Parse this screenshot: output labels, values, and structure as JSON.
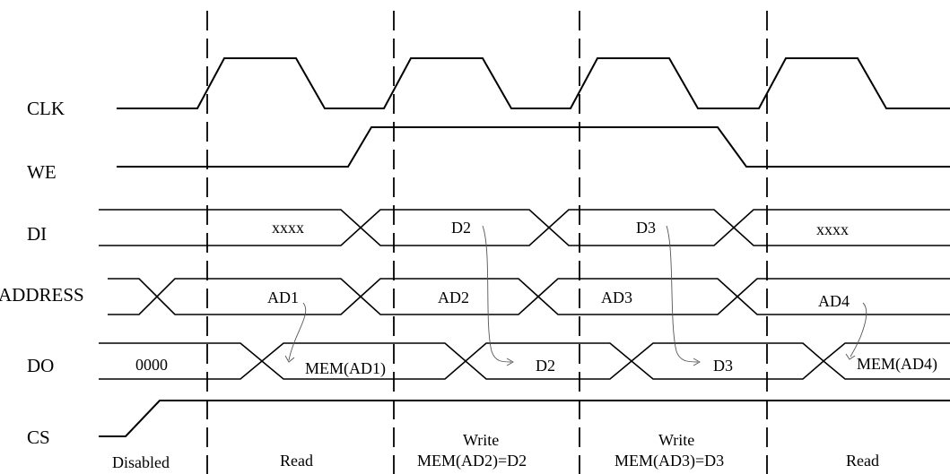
{
  "signals": {
    "clk": "CLK",
    "we": "WE",
    "di": "DI",
    "address": "ADDRESS",
    "do": "DO",
    "cs": "CS"
  },
  "di_values": [
    "xxxx",
    "D2",
    "D3",
    "xxxx"
  ],
  "address_values": [
    "AD1",
    "AD2",
    "AD3",
    "AD4"
  ],
  "do_values": [
    "0000",
    "MEM(AD1)",
    "D2",
    "D3",
    "MEM(AD4)"
  ],
  "phases": {
    "disabled": "Disabled",
    "read1": "Read",
    "write1_line1": "Write",
    "write1_line2": "MEM(AD2)=D2",
    "write2_line1": "Write",
    "write2_line2": "MEM(AD3)=D3",
    "read2": "Read"
  },
  "colors": {
    "line": "#000000",
    "arrow": "#555555",
    "background": "#ffffff"
  }
}
